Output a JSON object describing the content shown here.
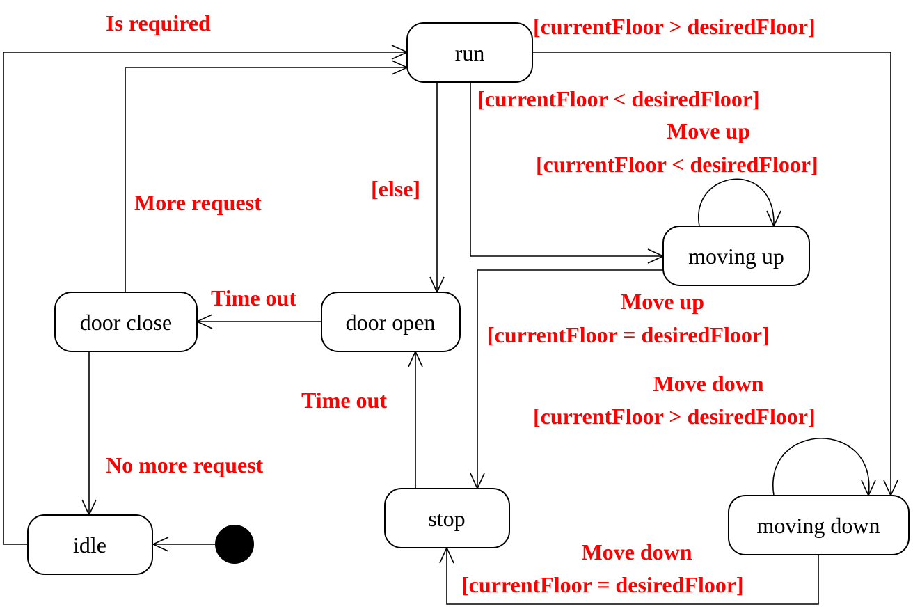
{
  "colors": {
    "label": "#ff0000",
    "stroke": "#000000",
    "background": "#ffffff"
  },
  "states": {
    "run": "run",
    "moving_up": "moving up",
    "door_close": "door close",
    "door_open": "door open",
    "stop": "stop",
    "moving_down": "moving down",
    "idle": "idle"
  },
  "labels": {
    "is_required": "Is required",
    "run_to_moving_down": "[currentFloor > desiredFloor]",
    "run_to_moving_up": "[currentFloor < desiredFloor]",
    "moving_up_self_event": "Move up",
    "moving_up_self_guard": "[currentFloor < desiredFloor]",
    "else": "[else]",
    "more_request": "More request",
    "time_out_door": "Time out",
    "moving_up_to_stop_event": "Move up",
    "moving_up_to_stop_guard": "[currentFloor = desiredFloor]",
    "moving_down_self_event": "Move down",
    "moving_down_self_guard": "[currentFloor > desiredFloor]",
    "time_out_stop": "Time out",
    "no_more_request": "No more request",
    "moving_down_to_stop_event": "Move down",
    "moving_down_to_stop_guard": "[currentFloor = desiredFloor]"
  }
}
